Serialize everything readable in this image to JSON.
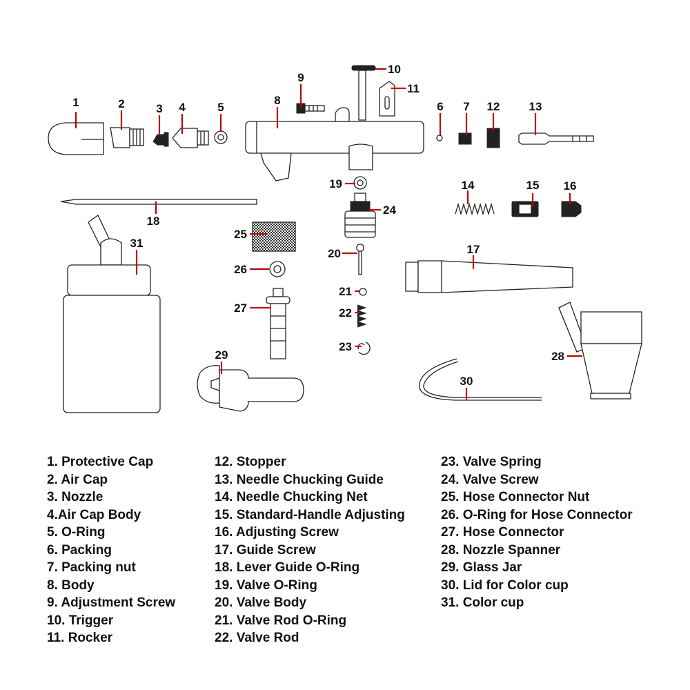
{
  "callouts": [
    "1",
    "2",
    "3",
    "4",
    "5",
    "6",
    "7",
    "8",
    "9",
    "10",
    "11",
    "12",
    "13",
    "14",
    "15",
    "16",
    "17",
    "18",
    "19",
    "20",
    "21",
    "22",
    "23",
    "24",
    "25",
    "26",
    "27",
    "28",
    "29",
    "30",
    "31"
  ],
  "legend": {
    "column_1": [
      "1. Protective Cap",
      "2. Air Cap",
      "3. Nozzle",
      "4.Air Cap Body",
      "5. O-Ring",
      "6. Packing",
      "7. Packing nut",
      "8. Body",
      "9. Adjustment Screw",
      "10. Trigger",
      "11. Rocker"
    ],
    "column_2": [
      "12. Stopper",
      "13. Needle Chucking Guide",
      "14. Needle Chucking Net",
      "15. Standard-Handle Adjusting",
      "16. Adjusting Screw",
      "17. Guide Screw",
      "18. Lever Guide O-Ring",
      "19. Valve O-Ring",
      "20. Valve Body",
      "21. Valve Rod O-Ring",
      "22. Valve Rod"
    ],
    "column_3": [
      "23. Valve Spring",
      "24. Valve Screw",
      "25. Hose Connector Nut",
      "26. O-Ring for Hose Connector",
      "27. Hose Connector",
      "28. Nozzle Spanner",
      "29. Glass Jar",
      "30. Lid for Color cup",
      "31. Color cup"
    ]
  },
  "colors": {
    "leader_line": "#c00000",
    "text": "#111111",
    "outline": "#222222"
  }
}
